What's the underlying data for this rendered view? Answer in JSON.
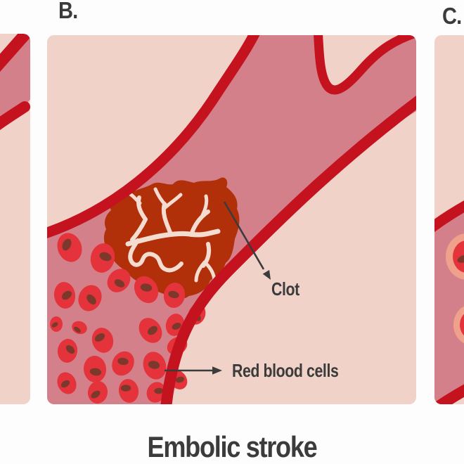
{
  "figure": {
    "panel_b_label": "B.",
    "panel_c_label": "C.",
    "caption": "Embolic stroke",
    "labels": {
      "clot": "Clot",
      "red_blood_cells": "Red blood cells"
    },
    "icons": {
      "clot_pointer": "arrow-down-right-icon",
      "rbc_pointer": "arrow-right-icon"
    },
    "colors": {
      "background": "#fdfdfd",
      "panel_background": "#f1d2c8",
      "vessel_interior": "#d4808a",
      "vessel_wall": "#c5121f",
      "clot": "#b23009",
      "clot_fibrin": "#f5dcd1",
      "red_blood_cell": "#e5333c",
      "cell_nucleus": "#7c392b",
      "cell_halo": "#efa18c",
      "text": "#3b3b3b"
    }
  }
}
